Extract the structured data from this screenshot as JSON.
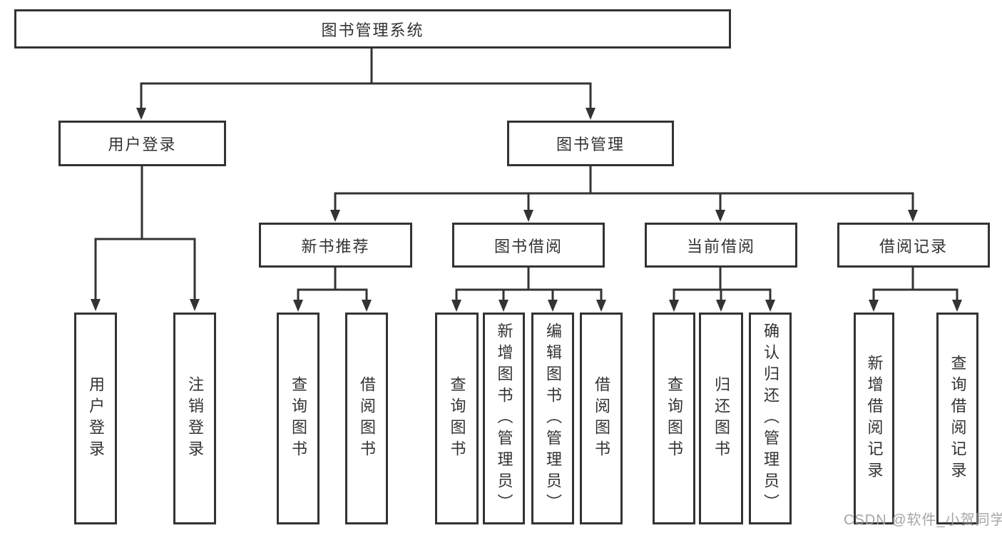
{
  "diagram": {
    "type": "hierarchy-tree",
    "title": "图书管理系统",
    "watermark": "CSDN @软件_小贺同学",
    "colors": {
      "line": "#333333",
      "box_border": "#333333",
      "box_background": "#ffffff",
      "text": "#333333",
      "watermark": "#9b9b9b"
    }
  },
  "root": {
    "label": "图书管理系统"
  },
  "level1": [
    {
      "label": "用户登录"
    },
    {
      "label": "图书管理"
    }
  ],
  "level2": [
    {
      "label": "新书推荐"
    },
    {
      "label": "图书借阅"
    },
    {
      "label": "当前借阅"
    },
    {
      "label": "借阅记录"
    }
  ],
  "leaves": {
    "login": [
      {
        "label": "用户登录"
      },
      {
        "label": "注销登录"
      }
    ],
    "recommend": [
      {
        "label": "查询图书"
      },
      {
        "label": "借阅图书"
      }
    ],
    "borrow": [
      {
        "label": "查询图书"
      },
      {
        "label": "新增图书（管理员）"
      },
      {
        "label": "编辑图书（管理员）"
      },
      {
        "label": "借阅图书"
      }
    ],
    "current": [
      {
        "label": "查询图书"
      },
      {
        "label": "归还图书"
      },
      {
        "label": "确认归还（管理员）"
      }
    ],
    "record": [
      {
        "label": "新增借阅记录"
      },
      {
        "label": "查询借阅记录"
      }
    ]
  }
}
